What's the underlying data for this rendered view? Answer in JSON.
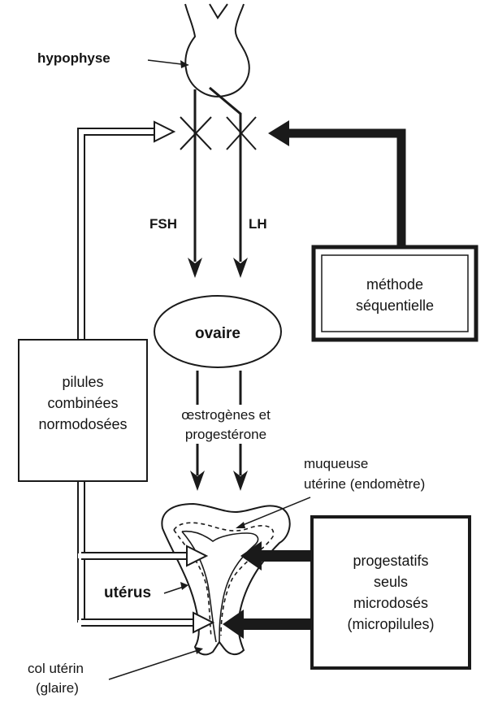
{
  "labels": {
    "hypophyse": "hypophyse",
    "fsh": "FSH",
    "lh": "LH",
    "ovaire": "ovaire",
    "hormones_line1": "œstrogènes et",
    "hormones_line2": "progestérone",
    "muqueuse_line1": "muqueuse",
    "muqueuse_line2": "utérine (endomètre)",
    "uterus": "utérus",
    "col_line1": "col utérin",
    "col_line2": "(glaire)"
  },
  "boxes": {
    "sequentielle_line1": "méthode",
    "sequentielle_line2": "séquentielle",
    "combinees_line1": "pilules",
    "combinees_line2": "combinées",
    "combinees_line3": "normodosées",
    "progestatifs_line1": "progestatifs",
    "progestatifs_line2": "seuls",
    "progestatifs_line3": "microdosés",
    "progestatifs_line4": "(micropilules)"
  }
}
